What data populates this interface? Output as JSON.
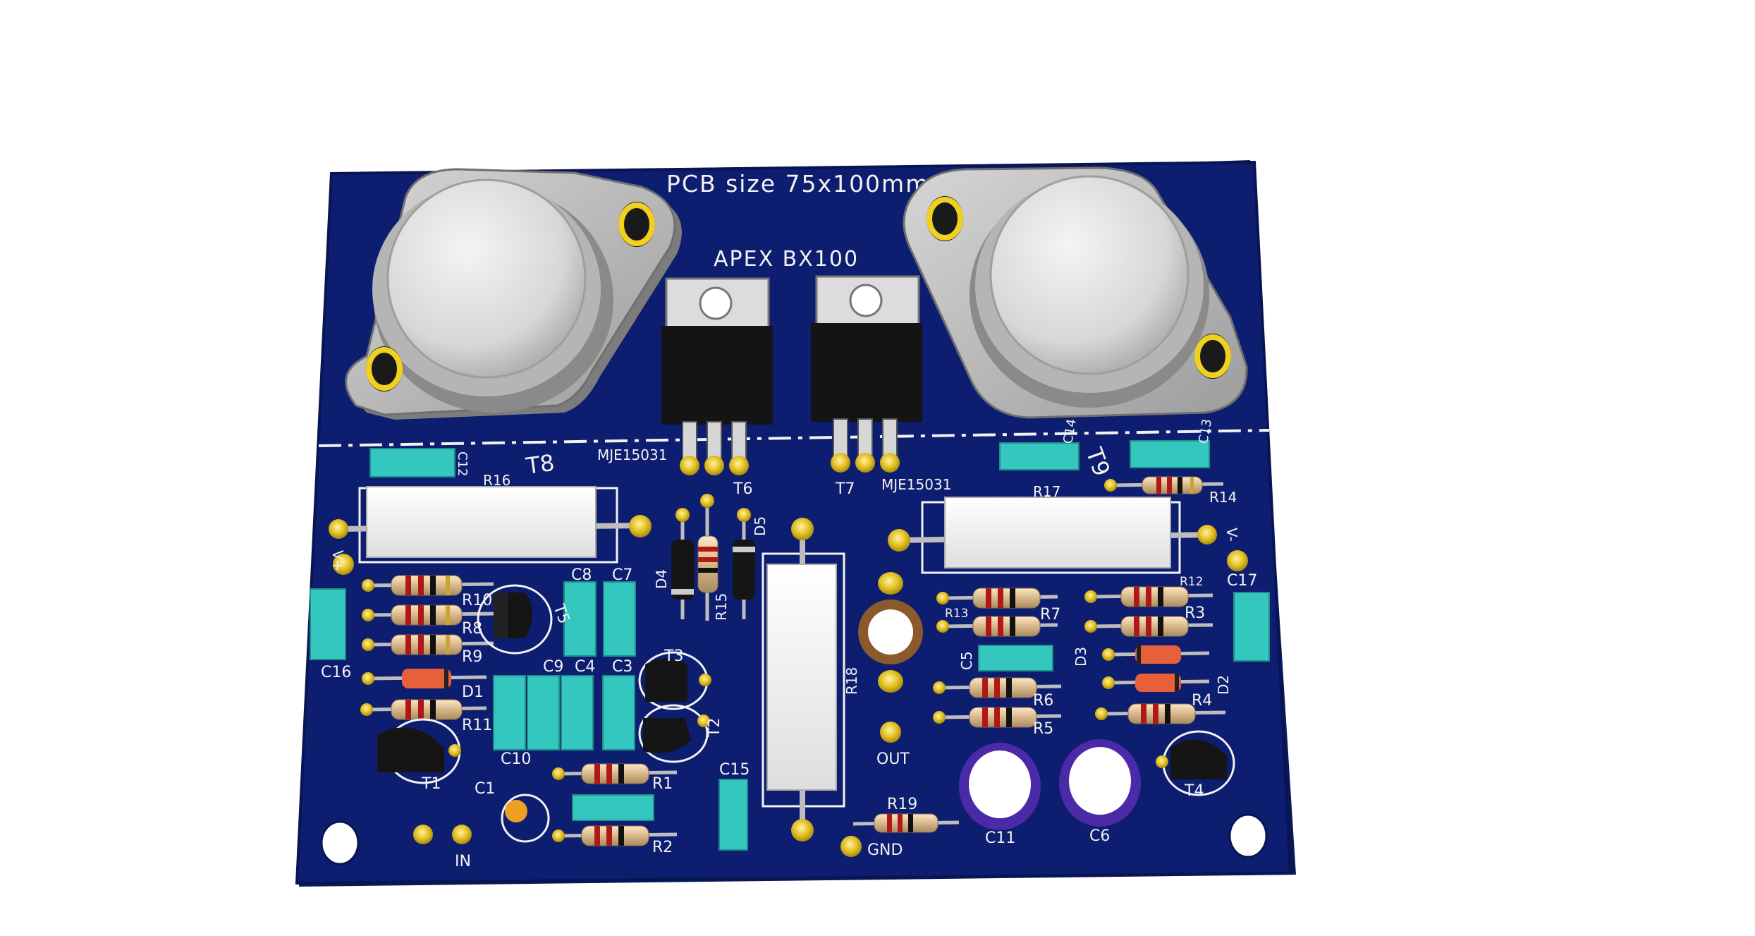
{
  "board": {
    "title": "PCB size 75x100mm",
    "name": "APEX BX100",
    "colors": {
      "board": "#0c1c6e",
      "board_edge": "#081552",
      "silk": "#f2f2f2",
      "pad_gold": "#d9b61c",
      "capacitor_teal": "#33c7c0",
      "transistor_black": "#151515",
      "metal_grey": "#bdbdbd",
      "electrolytic_purple": "#4b2aa8"
    }
  },
  "labels": {
    "t8": "T8",
    "t9": "T9",
    "t6": "T6",
    "t7": "T7",
    "mje_left": "MJE15031",
    "mje_right": "MJE15031",
    "c12": "C12",
    "c14": "C14",
    "c13": "C13",
    "r16": "R16",
    "r17": "R17",
    "r14": "R14",
    "vplus": "V+",
    "vminus": "V-",
    "c16": "C16",
    "c17": "C17",
    "r10": "R10",
    "r8": "R8",
    "r9": "R9",
    "t5": "T5",
    "c8": "C8",
    "c7": "C7",
    "d4": "D4",
    "d5": "D5",
    "r15": "R15",
    "r18": "R18",
    "r13": "R13",
    "r7": "R7",
    "r12": "R12",
    "r3": "R3",
    "d3": "D3",
    "d2": "D2",
    "c5": "C5",
    "r6": "R6",
    "r5": "R5",
    "r4": "R4",
    "d1": "D1",
    "r11": "R11",
    "c9": "C9",
    "c4": "C4",
    "c3": "C3",
    "t3": "T3",
    "t2": "T2",
    "c10": "C10",
    "t1": "T1",
    "c15": "C15",
    "r1": "R1",
    "r2": "R2",
    "c1": "C1",
    "in": "IN",
    "out": "OUT",
    "gnd": "GND",
    "r19": "R19",
    "c11": "C11",
    "c6": "C6",
    "t4": "T4"
  }
}
